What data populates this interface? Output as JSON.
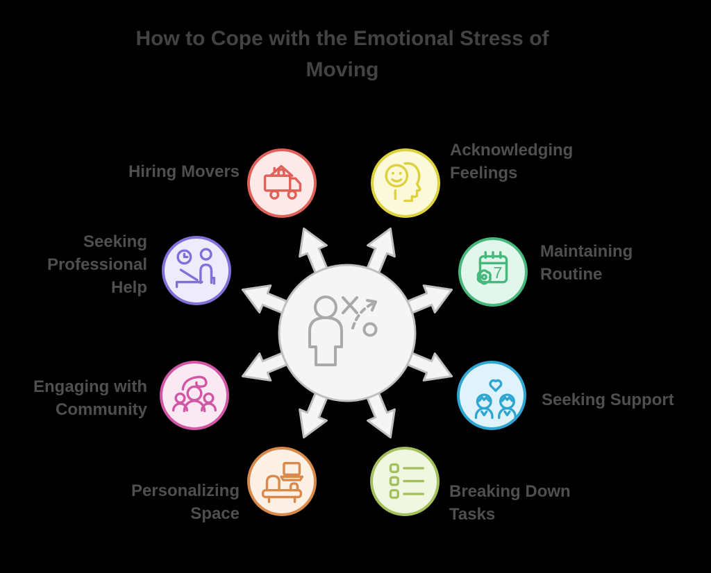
{
  "theme": {
    "background": "#000000",
    "title_color": "#434343",
    "label_color": "#4f4f4f",
    "hub_fill": "#f5f5f5",
    "hub_stroke": "#bfbfbf",
    "hub_glyph": "#a9a9a9"
  },
  "title": "How to Cope with the Emotional Stress of\nMoving",
  "hub": {
    "icon": "strategy-person-icon"
  },
  "items": [
    {
      "id": "hiring-movers",
      "label": "Hiring Movers",
      "icon": "moving-truck-icon",
      "colors": {
        "border": "#e0605a",
        "fill": "#fbeae8"
      }
    },
    {
      "id": "acknowledging-feelings",
      "label": "Acknowledging\nFeelings",
      "icon": "head-smiley-icon",
      "colors": {
        "border": "#ddd23e",
        "fill": "#fcf9da"
      }
    },
    {
      "id": "seeking-professional-help",
      "label": "Seeking\nProfessional\nHelp",
      "icon": "therapy-session-icon",
      "colors": {
        "border": "#7f70da",
        "fill": "#eeecfb"
      }
    },
    {
      "id": "maintaining-routine",
      "label": "Maintaining\nRoutine",
      "icon": "calendar-week-icon",
      "icon_text": "7",
      "colors": {
        "border": "#47b87c",
        "fill": "#e2f6eb"
      }
    },
    {
      "id": "engaging-with-community",
      "label": "Engaging with\nCommunity",
      "icon": "community-people-icon",
      "colors": {
        "border": "#d156a5",
        "fill": "#fae8f3"
      }
    },
    {
      "id": "seeking-support",
      "label": "Seeking Support",
      "icon": "people-heart-icon",
      "colors": {
        "border": "#2fa6d2",
        "fill": "#e0f2fa"
      }
    },
    {
      "id": "personalizing-space",
      "label": "Personalizing\nSpace",
      "icon": "sofa-laptop-icon",
      "colors": {
        "border": "#d78a4b",
        "fill": "#fdf0e4"
      }
    },
    {
      "id": "breaking-down-tasks",
      "label": "Breaking Down\nTasks",
      "icon": "checklist-icon",
      "colors": {
        "border": "#a4c05e",
        "fill": "#f0f7e0"
      }
    }
  ]
}
